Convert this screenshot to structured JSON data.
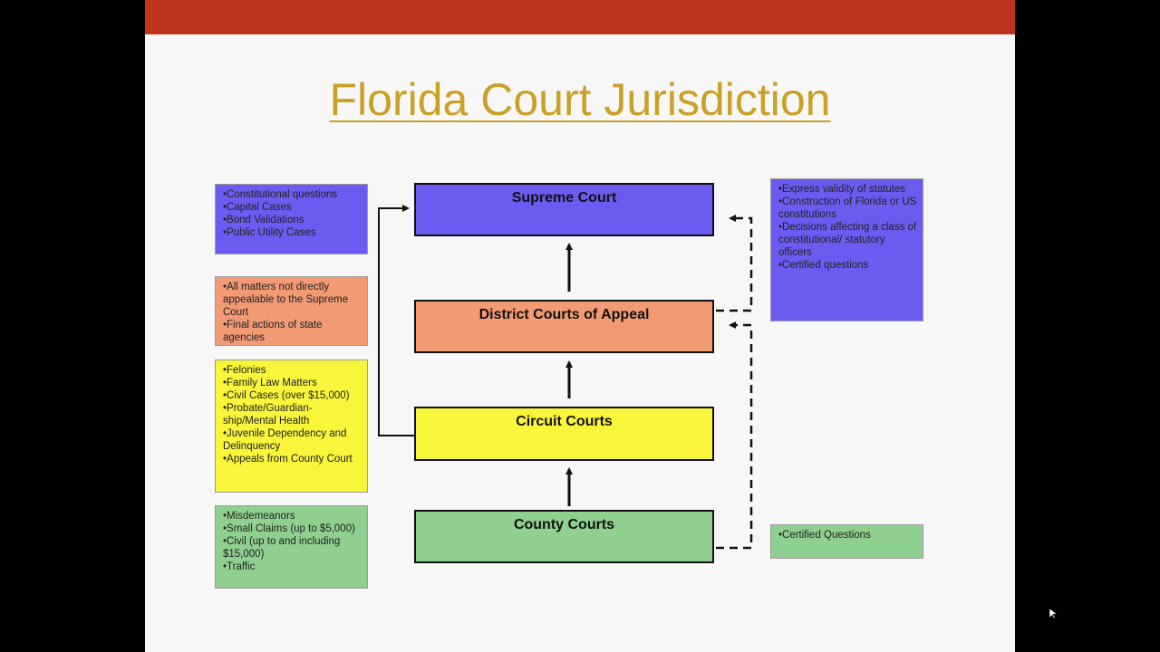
{
  "slide": {
    "title": "Florida Court Jurisdiction"
  },
  "courts": {
    "supreme": {
      "label": "Supreme Court",
      "color": "#6a5cf0"
    },
    "district": {
      "label": "District Courts of Appeal",
      "color": "#f29a74"
    },
    "circuit": {
      "label": "Circuit Courts",
      "color": "#f8f53a"
    },
    "county": {
      "label": "County Courts",
      "color": "#8fcf8f"
    }
  },
  "left_notes": {
    "supreme": [
      "Constitutional questions",
      "Capital Cases",
      "Bond Validations",
      "Public Utility Cases"
    ],
    "district": [
      "All matters not directly appealable to the Supreme Court",
      "Final actions of state agencies"
    ],
    "circuit": [
      "Felonies",
      "Family Law Matters",
      "Civil Cases (over $15,000)",
      "Probate/Guardian-ship/Mental Health",
      "Juvenile Dependency and Delinquency",
      "Appeals from County Court"
    ],
    "county": [
      "Misdemeanors",
      "Small Claims (up to $5,000)",
      "Civil (up to and including $15,000)",
      "Traffic"
    ]
  },
  "right_notes": {
    "district_to_supreme": [
      "Express validity of statutes",
      "Construction of Florida or US constitutions",
      "Decisions affecting a class of constitutional/ statutory officers",
      "Certified questions"
    ],
    "county_to_district": [
      "Certified Questions"
    ]
  }
}
